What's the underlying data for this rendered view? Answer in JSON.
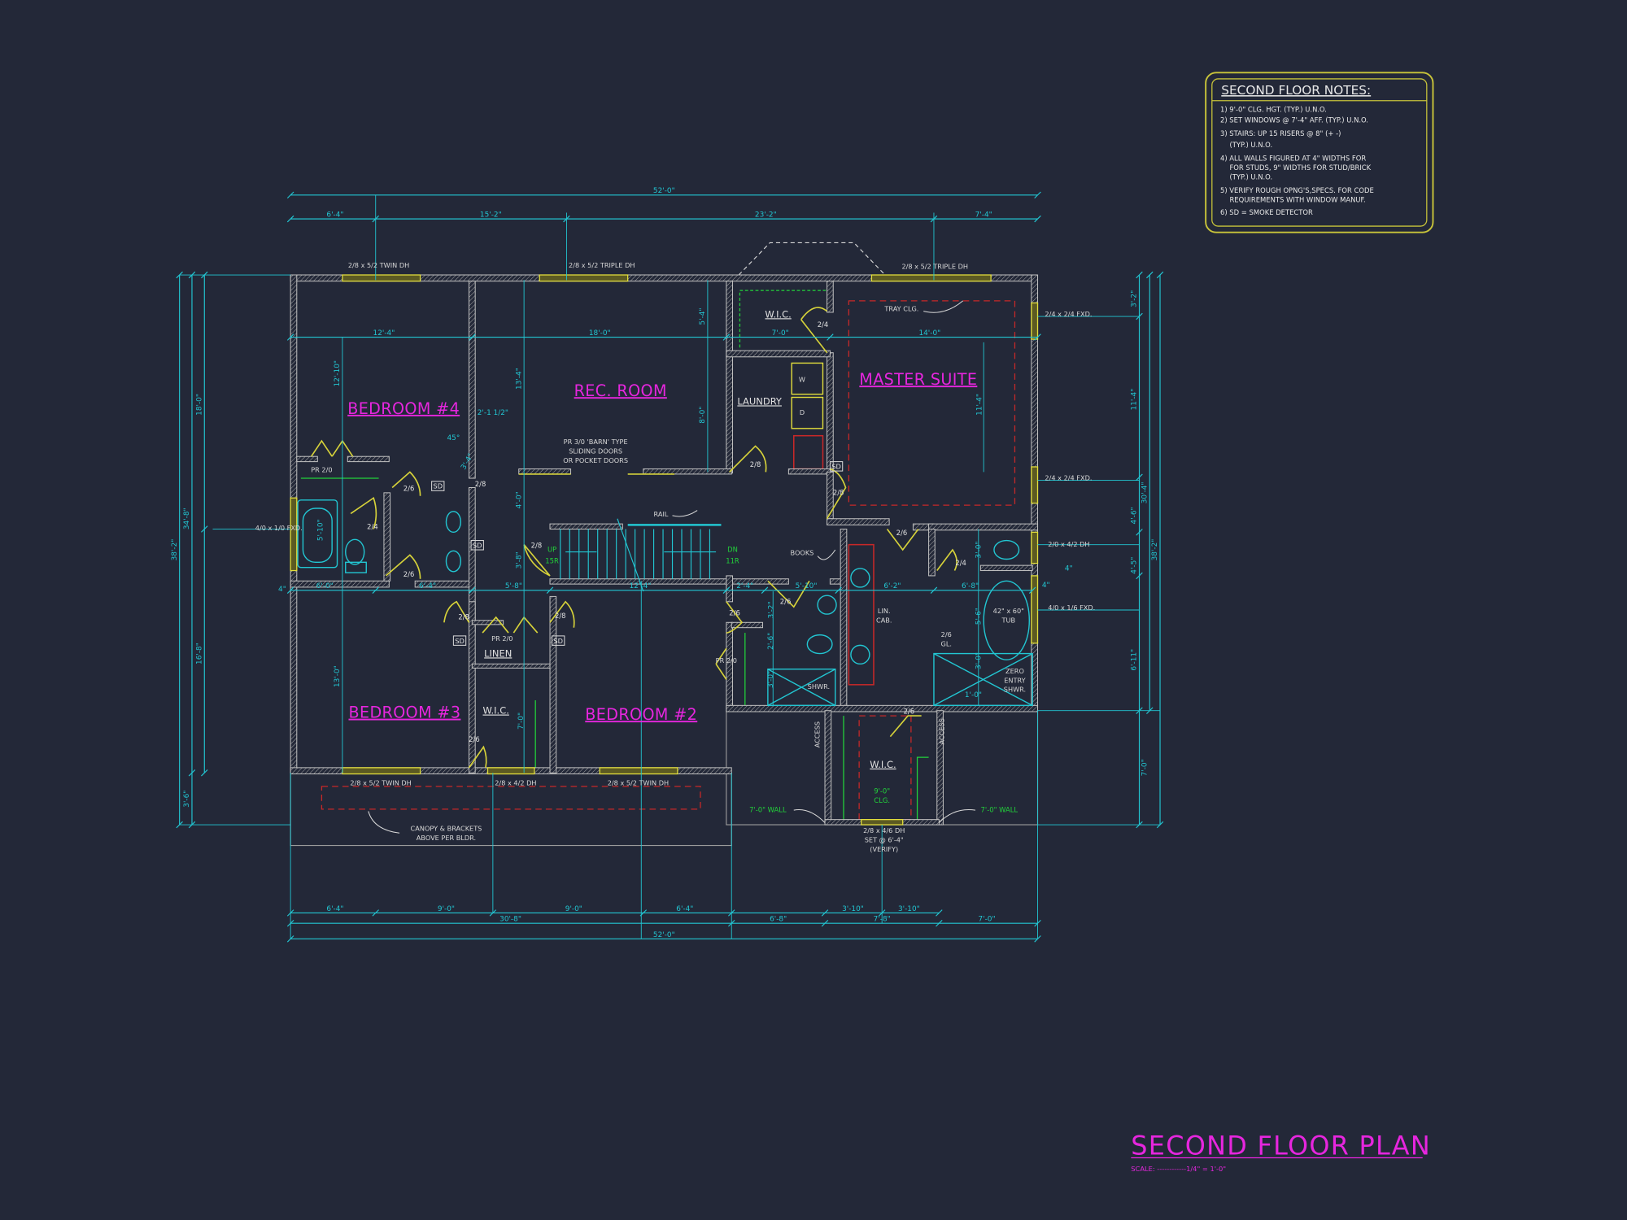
{
  "colors": {
    "background": "#232838",
    "dimension": "#22c6d2",
    "window": "#d6d23a",
    "room_label": "#e626de",
    "wall": "#b8b8b8",
    "ceiling_dashed": "#c82828",
    "note_green": "#22d23a"
  },
  "title": {
    "text": "SECOND FLOOR PLAN",
    "scale": "SCALE: ------------1/4\" = 1'-0\""
  },
  "notes": {
    "heading": "SECOND FLOOR NOTES:",
    "items": [
      "1) 9'-0\"  CLG. HGT. (TYP.) U.N.O.",
      "2) SET WINDOWS @ 7'-4\" AFF. (TYP.) U.N.O.",
      "3) STAIRS: UP 15 RISERS @ 8\" (+ -)",
      "(TYP.) U.N.O.",
      "4) ALL WALLS FIGURED AT 4\" WIDTHS FOR",
      "FOR STUDS, 9\" WIDTHS FOR STUD/BRICK",
      "(TYP.) U.N.O.",
      "5) VERIFY ROUGH OPNG'S,SPECS. FOR CODE",
      "REQUIREMENTS WITH WINDOW MANUF.",
      "6) SD = SMOKE DETECTOR"
    ]
  },
  "rooms": [
    "BEDROOM #4",
    "REC. ROOM",
    "MASTER SUITE",
    "BEDROOM #3",
    "BEDROOM #2"
  ],
  "spaces": [
    "W.I.C.",
    "LAUNDRY",
    "LINEN",
    "W.I.C.",
    "W.I.C."
  ],
  "windows": [
    "2/8 x 5/2 TWIN DH",
    "2/8 x 5/2 TRIPLE DH",
    "2/8 x 5/2 TRIPLE DH",
    "2/4 x 2/4 FXD.",
    "2/4 x 2/4 FXD.",
    "2/0 x 4/2 DH",
    "4/0 x 1/6 FXD.",
    "4/0 x 1/0 FXD.",
    "2/8 x 5/2 TWIN DH",
    "2/8 x 4/2 DH",
    "2/8 x 5/2 TWIN DH",
    "2/8 x 4/6 DH",
    "SET @ 6'-4\"",
    "(VERIFY)"
  ],
  "annotations": [
    "PR 3/0 'BARN' TYPE",
    "SLIDING DOORS",
    "OR POCKET DOORS",
    "TRAY CLG.",
    "RAIL",
    "BOOKS",
    "PR 2/0",
    "PR 2/0",
    "PR 2/0",
    "LIN.",
    "CAB.",
    "SHWR.",
    "ZERO",
    "ENTRY",
    "SHWR.",
    "42\" x 60\"",
    "TUB",
    "2/6",
    "GL.",
    "ACCESS",
    "ACCESS",
    "CANOPY & BRACKETS",
    "ABOVE PER BLDR.",
    "W",
    "D"
  ],
  "green_notes": [
    "UP",
    "15R",
    "DN",
    "11R",
    "7'-0\" WALL",
    "7'-0\" WALL",
    "9'-0\"",
    "CLG."
  ],
  "smoke_detectors": [
    "SD",
    "SD",
    "SD",
    "SD",
    "SD"
  ],
  "doors": [
    "2/4",
    "2/8",
    "2/8",
    "2/8",
    "2/6",
    "2/4",
    "2/6",
    "2/8",
    "2/6",
    "2/4",
    "2/6",
    "2/8",
    "2/8",
    "2/6",
    "2/6",
    "2/6"
  ],
  "dims": {
    "top": [
      "52'-0\"",
      "6'-4\"",
      "15'-2\"",
      "23'-2\"",
      "7'-4\""
    ],
    "interior_top": [
      "12'-4\"",
      "18'-0\"",
      "7'-0\"",
      "14'-0\""
    ],
    "middle": [
      "6'-0\"",
      "6'-4\"",
      "5'-8\"",
      "12'-4\"",
      "2'-4\"",
      "5'-10\"",
      "6'-2\"",
      "6'-8\"",
      "4\""
    ],
    "bottom": [
      "6'-4\"",
      "9'-0\"",
      "9'-0\"",
      "6'-4\"",
      "3'-10\"",
      "3'-10\"",
      "30'-8\"",
      "6'-8\"",
      "7'-8\"",
      "7'-0\"",
      "52'-0\""
    ],
    "left": [
      "38'-2\"",
      "34'-8\"",
      "18'-0\"",
      "16'-8\"",
      "3'-6\"",
      "4\""
    ],
    "right": [
      "3'-2\"",
      "11'-4\"",
      "4'-6\"",
      "4'-5\"",
      "6'-11\"",
      "7'-0\"",
      "30'-4\"",
      "38'-2\"",
      "4\""
    ],
    "interior": [
      "12'-10\"",
      "13'-4\"",
      "5'-4\"",
      "8'-0\"",
      "11'-4\"",
      "4'-0\"",
      "3'-8\"",
      "13'-0\"",
      "7'-0\"",
      "3'-2\"",
      "2'-6\"",
      "3'-0\"",
      "5'-6\"",
      "3'-0\"",
      "3'-0\"",
      "5'-10\"",
      "2'-1 1/2\"",
      "3'-4\"",
      "45°",
      "1'-0\""
    ]
  }
}
